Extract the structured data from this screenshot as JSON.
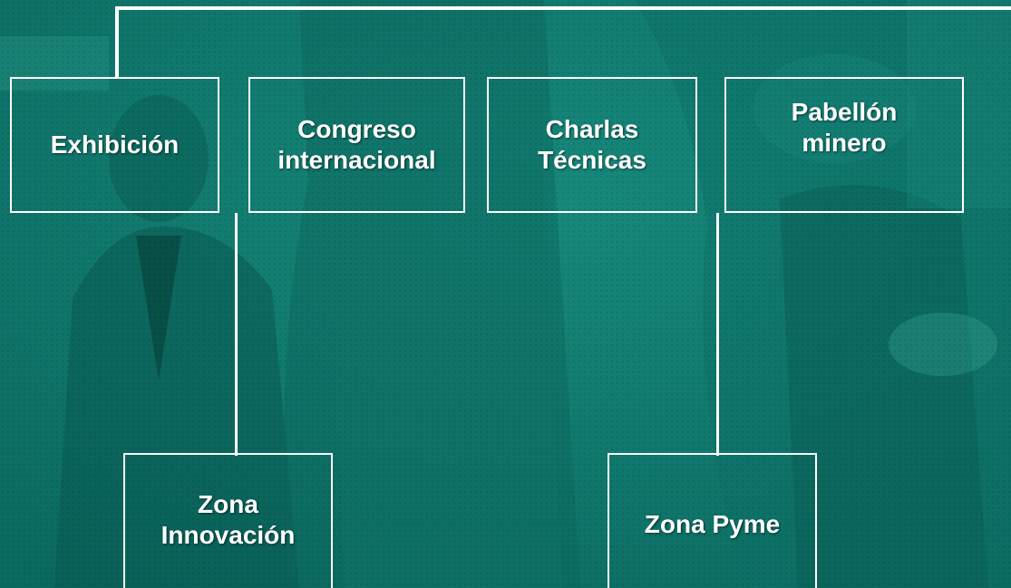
{
  "diagram": {
    "nodes": [
      {
        "id": "exhibicion",
        "lines": [
          "Exhibición"
        ]
      },
      {
        "id": "congreso",
        "lines": [
          "Congreso",
          "internacional"
        ]
      },
      {
        "id": "charlas",
        "lines": [
          "Charlas",
          "Técnicas"
        ]
      },
      {
        "id": "pabellon",
        "lines": [
          "Pabellón",
          "minero"
        ]
      },
      {
        "id": "zona-innovacion",
        "lines": [
          "Zona",
          "Innovación"
        ]
      },
      {
        "id": "zona-pyme",
        "lines": [
          "Zona Pyme"
        ]
      }
    ],
    "edges": [
      {
        "from": "exhibicion",
        "to": "zona-innovacion"
      },
      {
        "from": "pabellon",
        "to": "zona-pyme"
      }
    ]
  },
  "colors": {
    "background": "#0e7a6e",
    "line": "#ffffff",
    "text": "#ffffff"
  }
}
